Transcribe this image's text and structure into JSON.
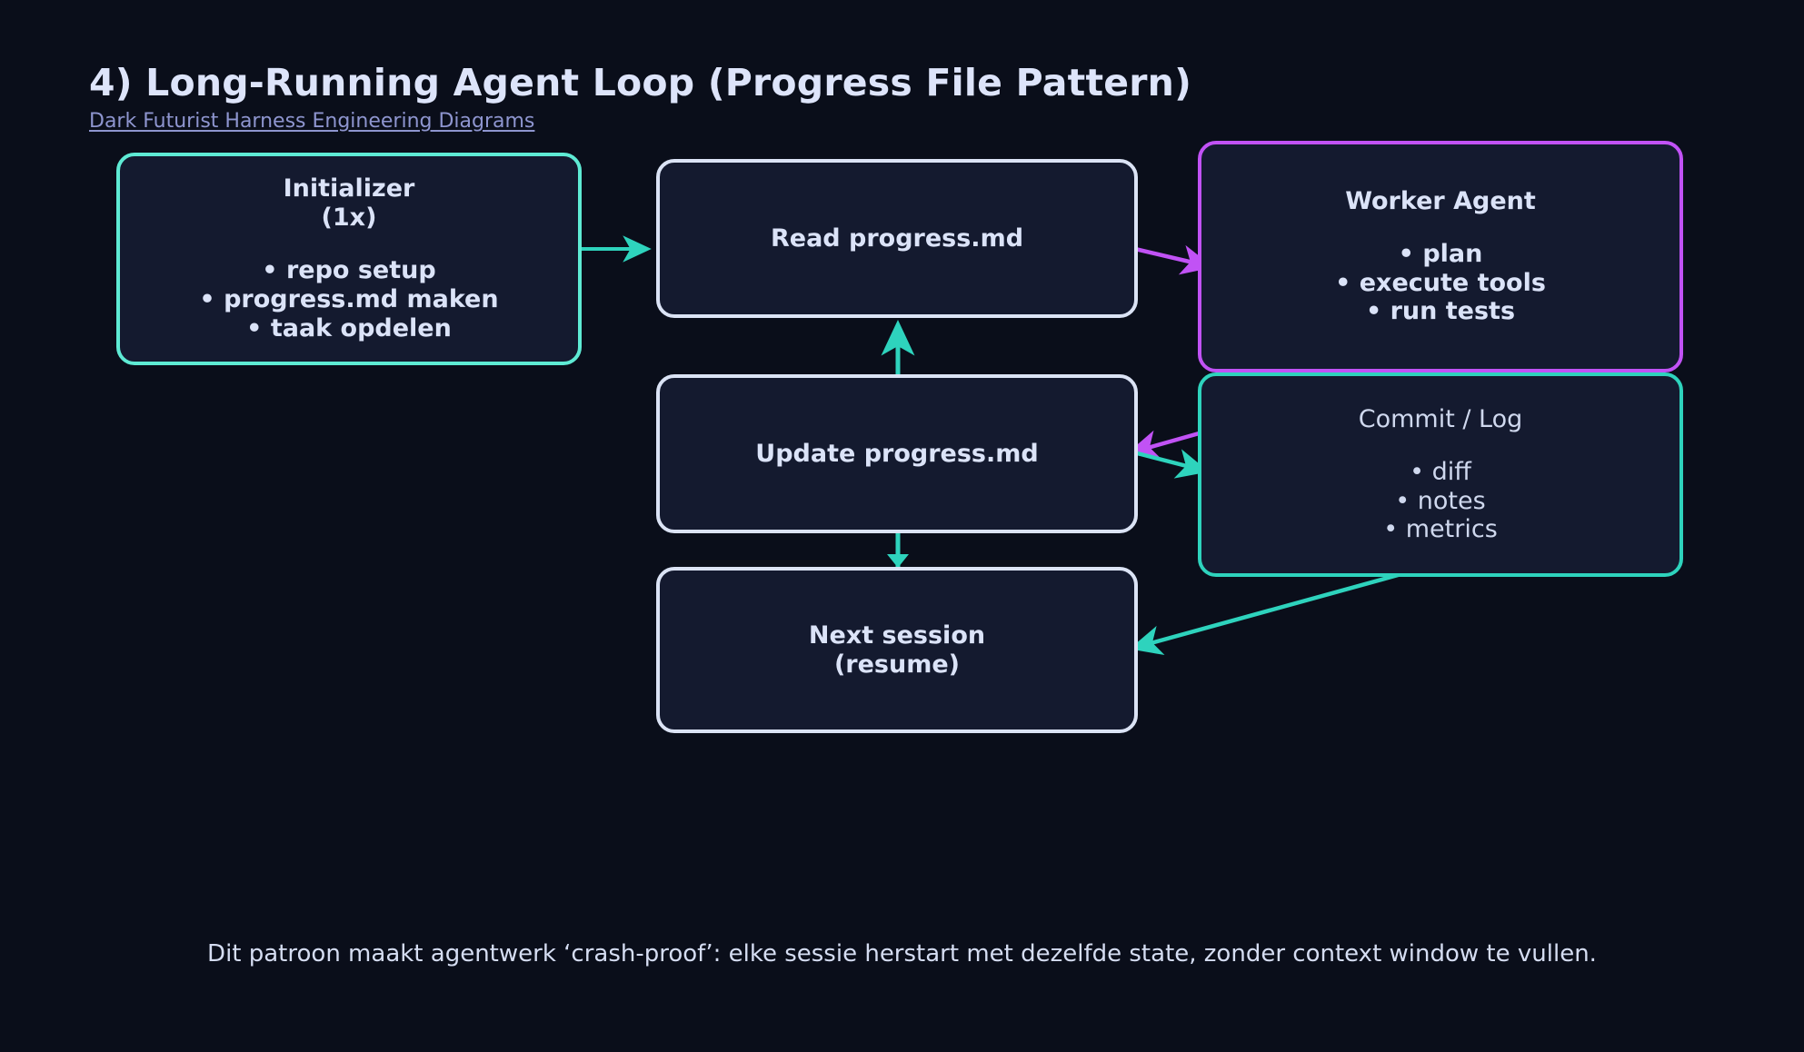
{
  "header": {
    "title": "4) Long-Running Agent Loop (Progress File Pattern)",
    "subtitle": "Dark Futurist Harness Engineering Diagrams"
  },
  "colors": {
    "background": "#0a0e1a",
    "node_fill": "#141a2f",
    "text_primary": "#dbe3f8",
    "title": "#dde4fa",
    "subtitle": "#8e95cf",
    "mint": "#5eead4",
    "teal": "#2ed3bd",
    "purple": "#c152f5",
    "lavender": "#dbe3f5"
  },
  "diagram": {
    "type": "flowchart",
    "nodes": [
      {
        "id": "initializer",
        "title": "Initializer\n(1x)",
        "bullets": "• repo setup\n• progress.md maken\n• taak opdelen",
        "border_color": "#5eead4",
        "emphasis": "bold"
      },
      {
        "id": "read",
        "title": "Read progress.md",
        "bullets": "",
        "border_color": "#dbe3f5",
        "emphasis": "bold"
      },
      {
        "id": "worker",
        "title": "Worker Agent",
        "bullets": "• plan\n• execute tools\n• run tests",
        "border_color": "#c152f5",
        "emphasis": "bold"
      },
      {
        "id": "update",
        "title": "Update progress.md",
        "bullets": "",
        "border_color": "#dbe3f5",
        "emphasis": "bold"
      },
      {
        "id": "commit",
        "title": "Commit / Log",
        "bullets": "• diff\n• notes\n• metrics",
        "border_color": "#2ed3bd",
        "emphasis": "light"
      },
      {
        "id": "next",
        "title": "Next session\n(resume)",
        "bullets": "",
        "border_color": "#dbe3f5",
        "emphasis": "bold"
      }
    ],
    "edges": [
      {
        "from": "initializer",
        "to": "read",
        "color": "#2ed3bd"
      },
      {
        "from": "read",
        "to": "worker",
        "color": "#c152f5"
      },
      {
        "from": "worker",
        "to": "update",
        "color": "#c152f5"
      },
      {
        "from": "update",
        "to": "commit",
        "color": "#2ed3bd"
      },
      {
        "from": "commit",
        "to": "next",
        "color": "#2ed3bd"
      },
      {
        "from": "next",
        "to": "read",
        "color": "#2ed3bd"
      }
    ]
  },
  "caption": "Dit patroon maakt agentwerk ‘crash-proof’: elke sessie herstart met dezelfde state, zonder context window te vullen."
}
